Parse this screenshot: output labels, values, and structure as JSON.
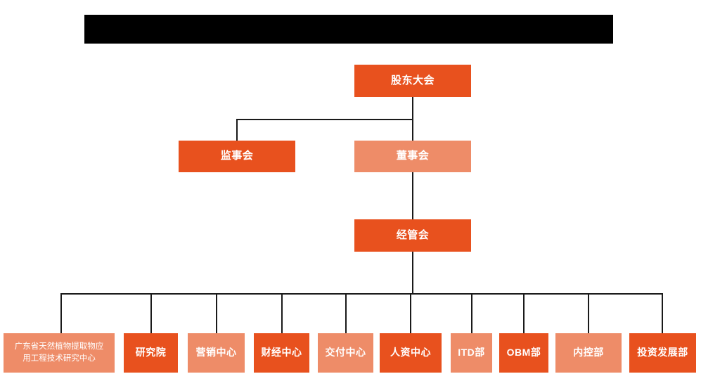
{
  "chart_type": "org-chart",
  "title_bar": {
    "name": "redacted-title-bar",
    "text": "",
    "color": "#000000"
  },
  "colors": {
    "background": "#FFFFFF",
    "node_dark": "#E8511E",
    "node_light": "#EE8C68",
    "connector": "#1A1A1A",
    "node_text": "#FFFFFF"
  },
  "nodes": {
    "shareholders_meeting": {
      "label": "股东大会",
      "fill": "dark"
    },
    "board_of_supervisors": {
      "label": "监事会",
      "fill": "dark"
    },
    "board_of_directors": {
      "label": "董事会",
      "fill": "light"
    },
    "management_committee": {
      "label": "经管会",
      "fill": "dark"
    }
  },
  "departments": [
    {
      "label": "广东省天然植物提取物应\n用工程技术研究中心",
      "line1": "广东省天然植物提取物应",
      "line2": "用工程技术研究中心",
      "fill": "light",
      "wrapped": true
    },
    {
      "label": "研究院",
      "fill": "dark",
      "wrapped": false
    },
    {
      "label": "营销中心",
      "fill": "light",
      "wrapped": false
    },
    {
      "label": "财经中心",
      "fill": "dark",
      "wrapped": false
    },
    {
      "label": "交付中心",
      "fill": "light",
      "wrapped": false
    },
    {
      "label": "人资中心",
      "fill": "dark",
      "wrapped": false
    },
    {
      "label": "ITD部",
      "fill": "light",
      "wrapped": false
    },
    {
      "label": "OBM部",
      "fill": "dark",
      "wrapped": false
    },
    {
      "label": "内控部",
      "fill": "light",
      "wrapped": false
    },
    {
      "label": "投资发展部",
      "fill": "dark",
      "wrapped": false
    }
  ]
}
